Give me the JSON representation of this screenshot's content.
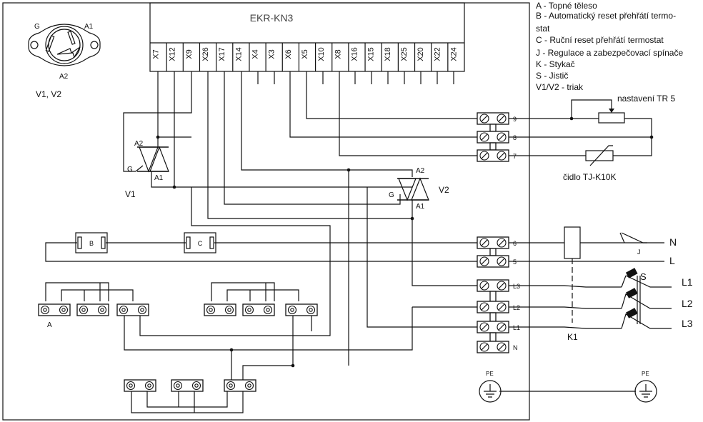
{
  "controller": {
    "title": "EKR-KN3",
    "pins": [
      "X7",
      "X12",
      "X9",
      "X26",
      "X17",
      "X14",
      "X4",
      "X3",
      "X6",
      "X5",
      "X10",
      "X8",
      "X16",
      "X15",
      "X18",
      "X25",
      "X20",
      "X22",
      "X24"
    ]
  },
  "triac_symbol": {
    "g": "G",
    "a1": "A1",
    "a2": "A2",
    "caption": "V1, V2"
  },
  "legend": [
    "A - Topné těleso",
    "B - Automatický reset přehřátí termo-",
    "stat",
    "C - Ruční reset přehřátí termostat",
    "J - Regulace a zabezpečovací spínače",
    "K - Stykač",
    "S - Jistič",
    "V1/V2 - triak"
  ],
  "triacs": {
    "v1": {
      "name": "V1",
      "a2": "A2",
      "g": "G",
      "a1": "A1"
    },
    "v2": {
      "name": "V2",
      "a2": "A2",
      "g": "G",
      "a1": "A1"
    }
  },
  "terminals": {
    "top_labels": [
      "9",
      "8",
      "7"
    ],
    "mid_labels": [
      "6",
      "5"
    ],
    "bottom_labels": [
      "L3",
      "L2",
      "L1",
      "N"
    ]
  },
  "thermostats": {
    "b": "B",
    "c": "C"
  },
  "heater_label": "A",
  "pot_label": "nastavení TR 5",
  "sensor_label": "čidlo TJ-K10K",
  "contactor_label": "K1",
  "switch_label": "J",
  "breaker_label": "S",
  "lines": {
    "n": "N",
    "l": "L",
    "l1": "L1",
    "l2": "L2",
    "l3": "L3"
  },
  "pe": {
    "left": "PE",
    "right": "PE"
  }
}
